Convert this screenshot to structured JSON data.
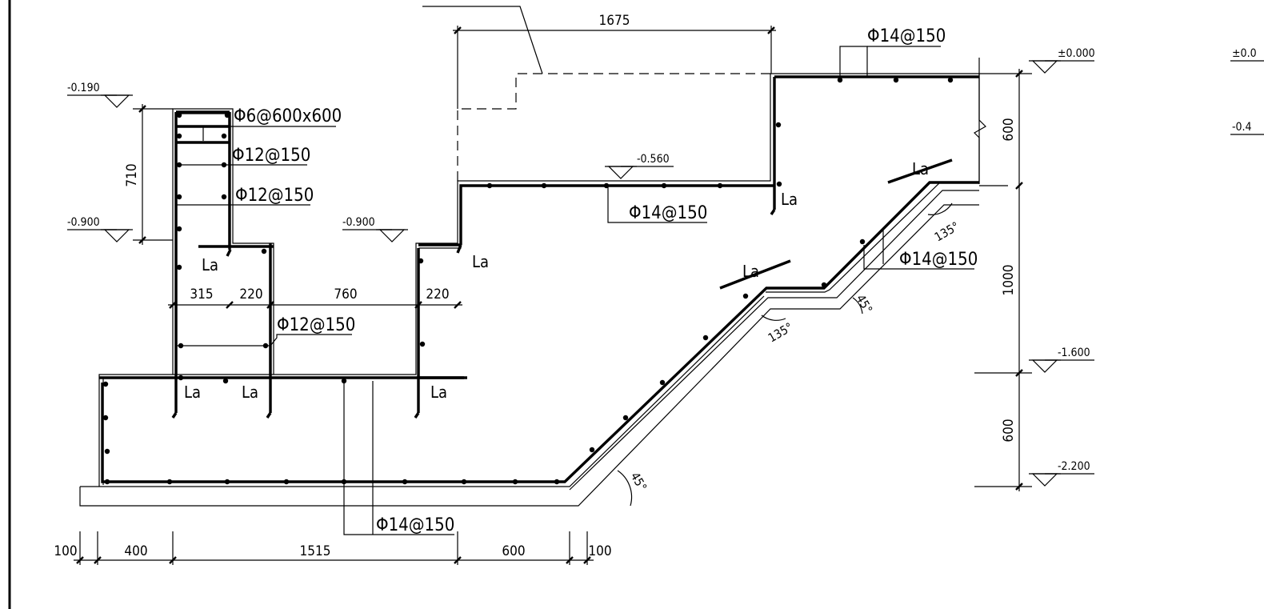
{
  "drawing": {
    "dimensions": {
      "top_span": "1675",
      "pier_height": "710",
      "pier_width": "315",
      "wall_width_a": "220",
      "gap_width": "760",
      "wall_width_b": "220",
      "base_left_cover": "100",
      "base_left": "400",
      "base_middle": "1515",
      "base_right": "600",
      "base_right_cover": "100",
      "right_upper": "600",
      "right_middle": "1000",
      "right_lower": "600"
    },
    "elevations": {
      "pier_top": "-0.190",
      "pier_bottom": "-0.900",
      "wall_top": "-0.900",
      "slab_top": "-0.560",
      "datum": "±0.000",
      "level_b": "-1.600",
      "level_c": "-2.200",
      "clipped_a": "±0.0",
      "clipped_b": "-0.4"
    },
    "rebar_labels": {
      "stirrup": "Φ6@600x600",
      "pier_bar_1": "Φ12@150",
      "pier_bar_2": "Φ12@150",
      "wall_bar": "Φ12@150",
      "top_bar": "Φ14@150",
      "slab_bar": "Φ14@150",
      "ramp_bar": "Φ14@150",
      "base_bar": "Φ14@150"
    },
    "anchorage_label": "La",
    "angles": {
      "upper_obtuse": "135°",
      "upper_acute": "45°",
      "lower_obtuse": "135°",
      "lower_acute": "45°"
    }
  }
}
